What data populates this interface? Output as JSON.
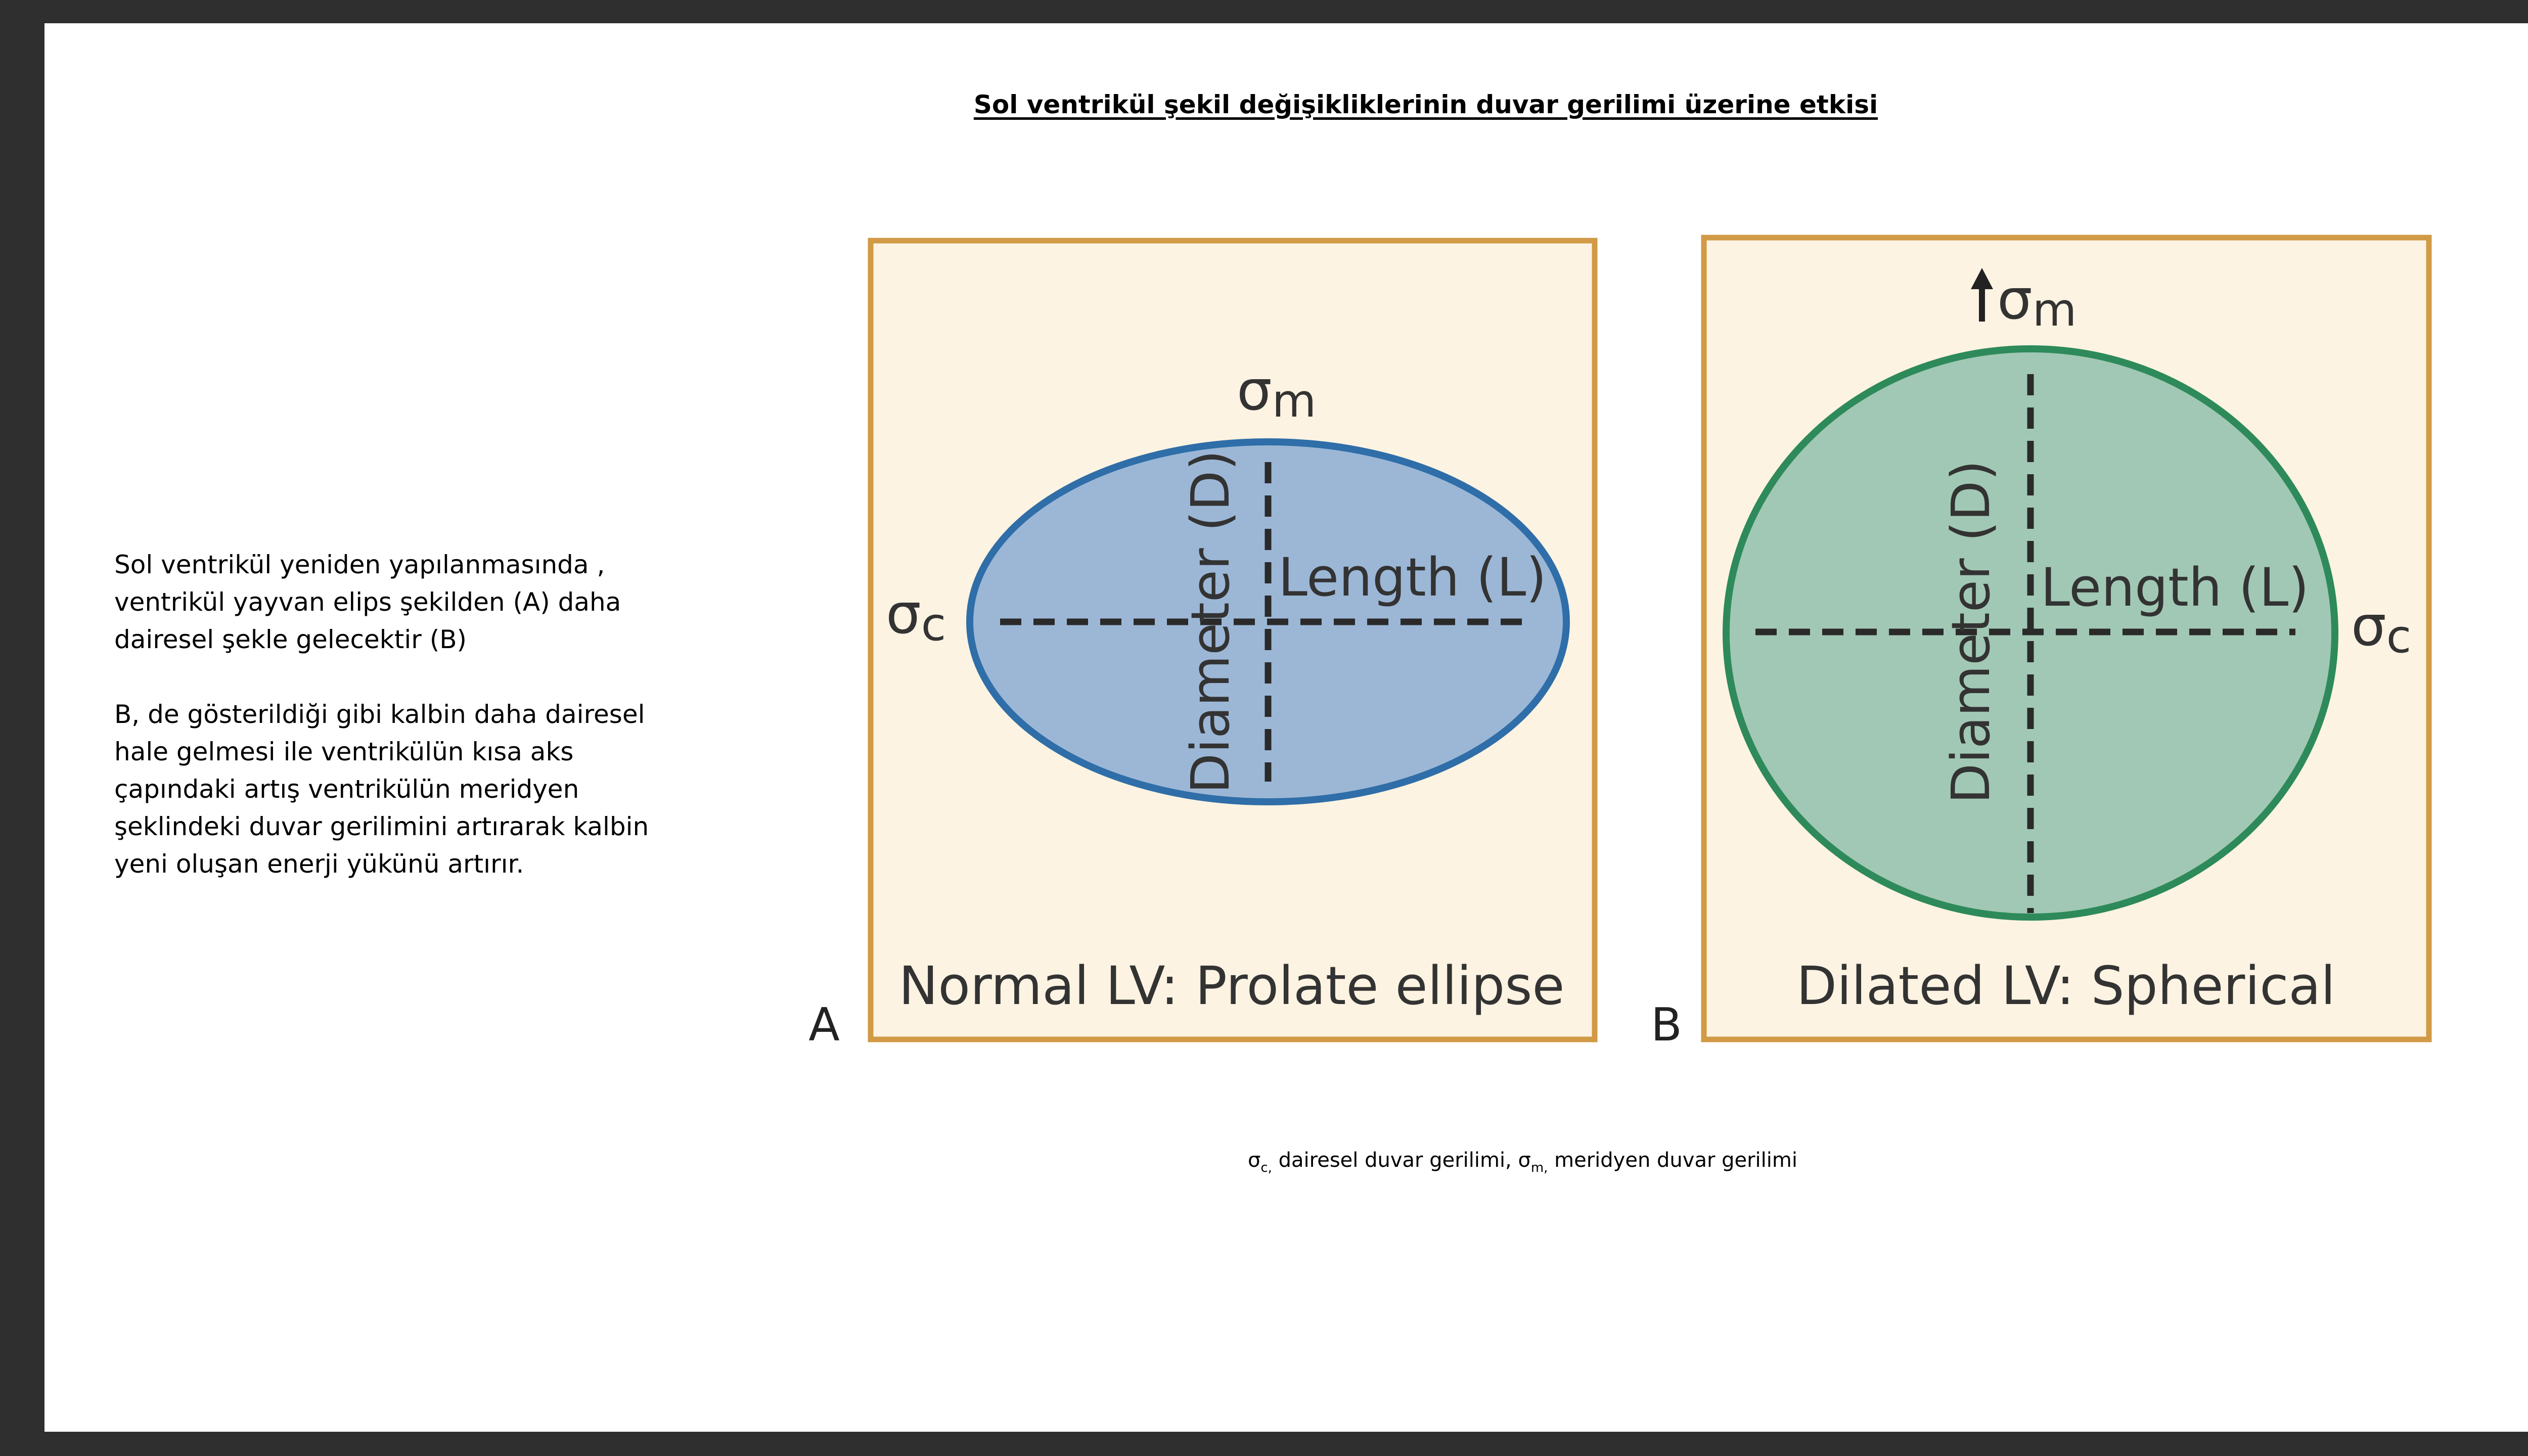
{
  "slide": {
    "title": "Sol ventrikül şekil değişikliklerinin duvar gerilimi üzerine etkisi",
    "description": {
      "paragraph1": "Sol ventrikül yeniden yapılanmasında , ventrikül yayvan elips şekilden (A) daha dairesel şekle gelecektir (B)",
      "paragraph2": "B, de gösterildiği gibi kalbin daha dairesel hale gelmesi ile ventrikülün kısa aks çapındaki artış ventrikülün meridyen şeklindeki duvar gerilimini artırarak kalbin yeni oluşan enerji yükünü artırır."
    }
  },
  "figure": {
    "panel_a": {
      "letter": "A",
      "caption": "Normal LV: Prolate ellipse",
      "sigma_m": "σm",
      "sigma_c": "σc",
      "diameter_label": "Diameter (D)",
      "length_label": "Length (L)",
      "fill_color": "#9cb7d6",
      "stroke_color": "#2f6ea8"
    },
    "panel_b": {
      "letter": "B",
      "caption": "Dilated LV: Spherical",
      "sigma_m": "σm",
      "sigma_c": "σc",
      "diameter_label": "Diameter (D)",
      "length_label": "Length (L)",
      "fill_color": "#a1c8b4",
      "stroke_color": "#2e8a5a"
    },
    "panel_background": "#fdf3e2",
    "panel_border": "#d19a45"
  },
  "footnote": {
    "sigma_c_symbol": "σ",
    "sigma_c_sub": "c,",
    "sigma_c_text": " dairesel duvar gerilimi, ",
    "sigma_m_symbol": "σ",
    "sigma_m_sub": "m,",
    "sigma_m_text": " meridyen duvar gerilimi"
  }
}
